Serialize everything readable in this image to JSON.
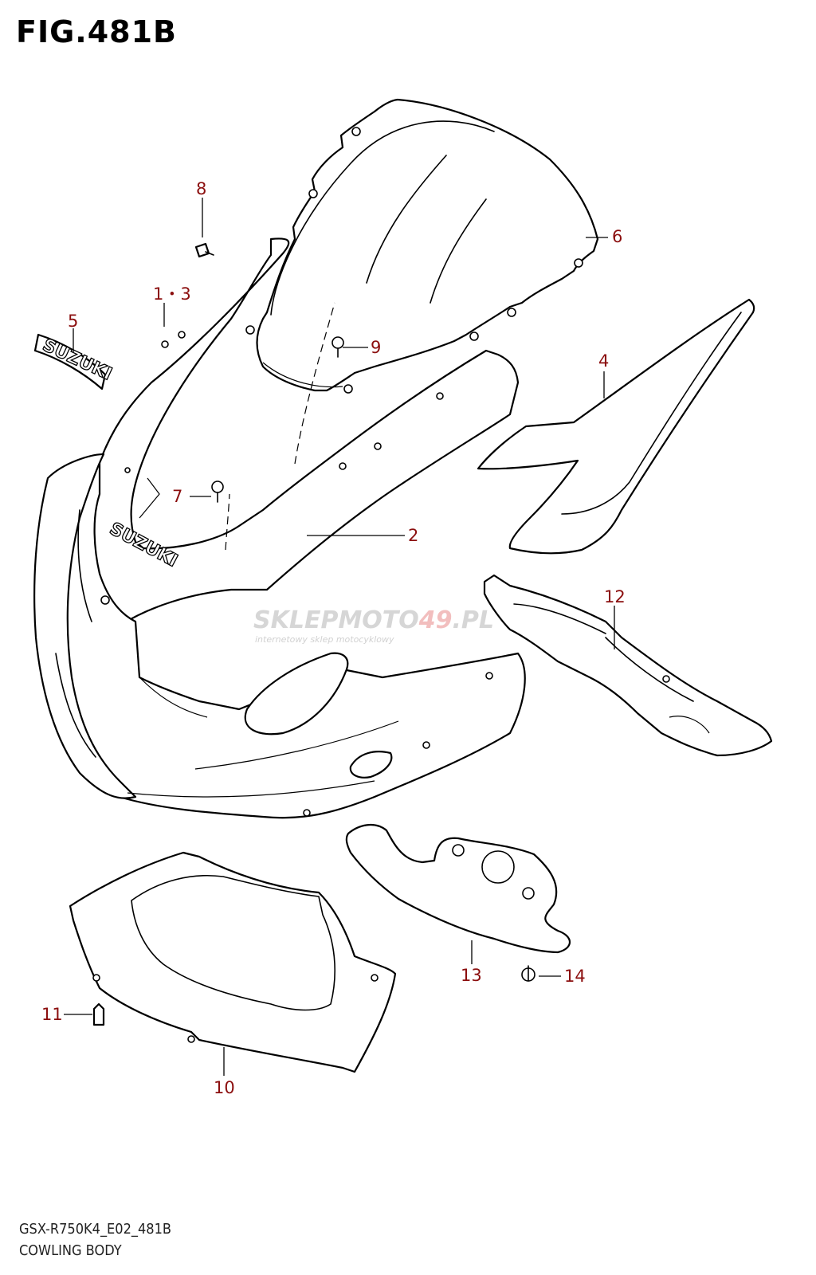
{
  "figure": {
    "title": "FIG.481B",
    "model_code": "GSX-R750K4_E02_481B",
    "name": "COWLING BODY"
  },
  "callouts": [
    {
      "id": "1-3",
      "label": "1・3"
    },
    {
      "id": "2",
      "label": "2"
    },
    {
      "id": "4",
      "label": "4"
    },
    {
      "id": "5",
      "label": "5"
    },
    {
      "id": "6",
      "label": "6"
    },
    {
      "id": "7",
      "label": "7"
    },
    {
      "id": "8",
      "label": "8"
    },
    {
      "id": "9",
      "label": "9"
    },
    {
      "id": "10",
      "label": "10"
    },
    {
      "id": "11",
      "label": "11"
    },
    {
      "id": "12",
      "label": "12"
    },
    {
      "id": "13",
      "label": "13"
    },
    {
      "id": "14",
      "label": "14"
    }
  ],
  "emblems": {
    "part5": "SUZUKI",
    "cowling": "SUZUKI"
  },
  "watermark": {
    "brand_a": "SKLEPMOTO",
    "brand_b": "49",
    "brand_c": ".PL",
    "tagline": "internetowy sklep motocyklowy"
  },
  "colors": {
    "callout_text": "#8b0e0e",
    "line_art": "#000000"
  }
}
